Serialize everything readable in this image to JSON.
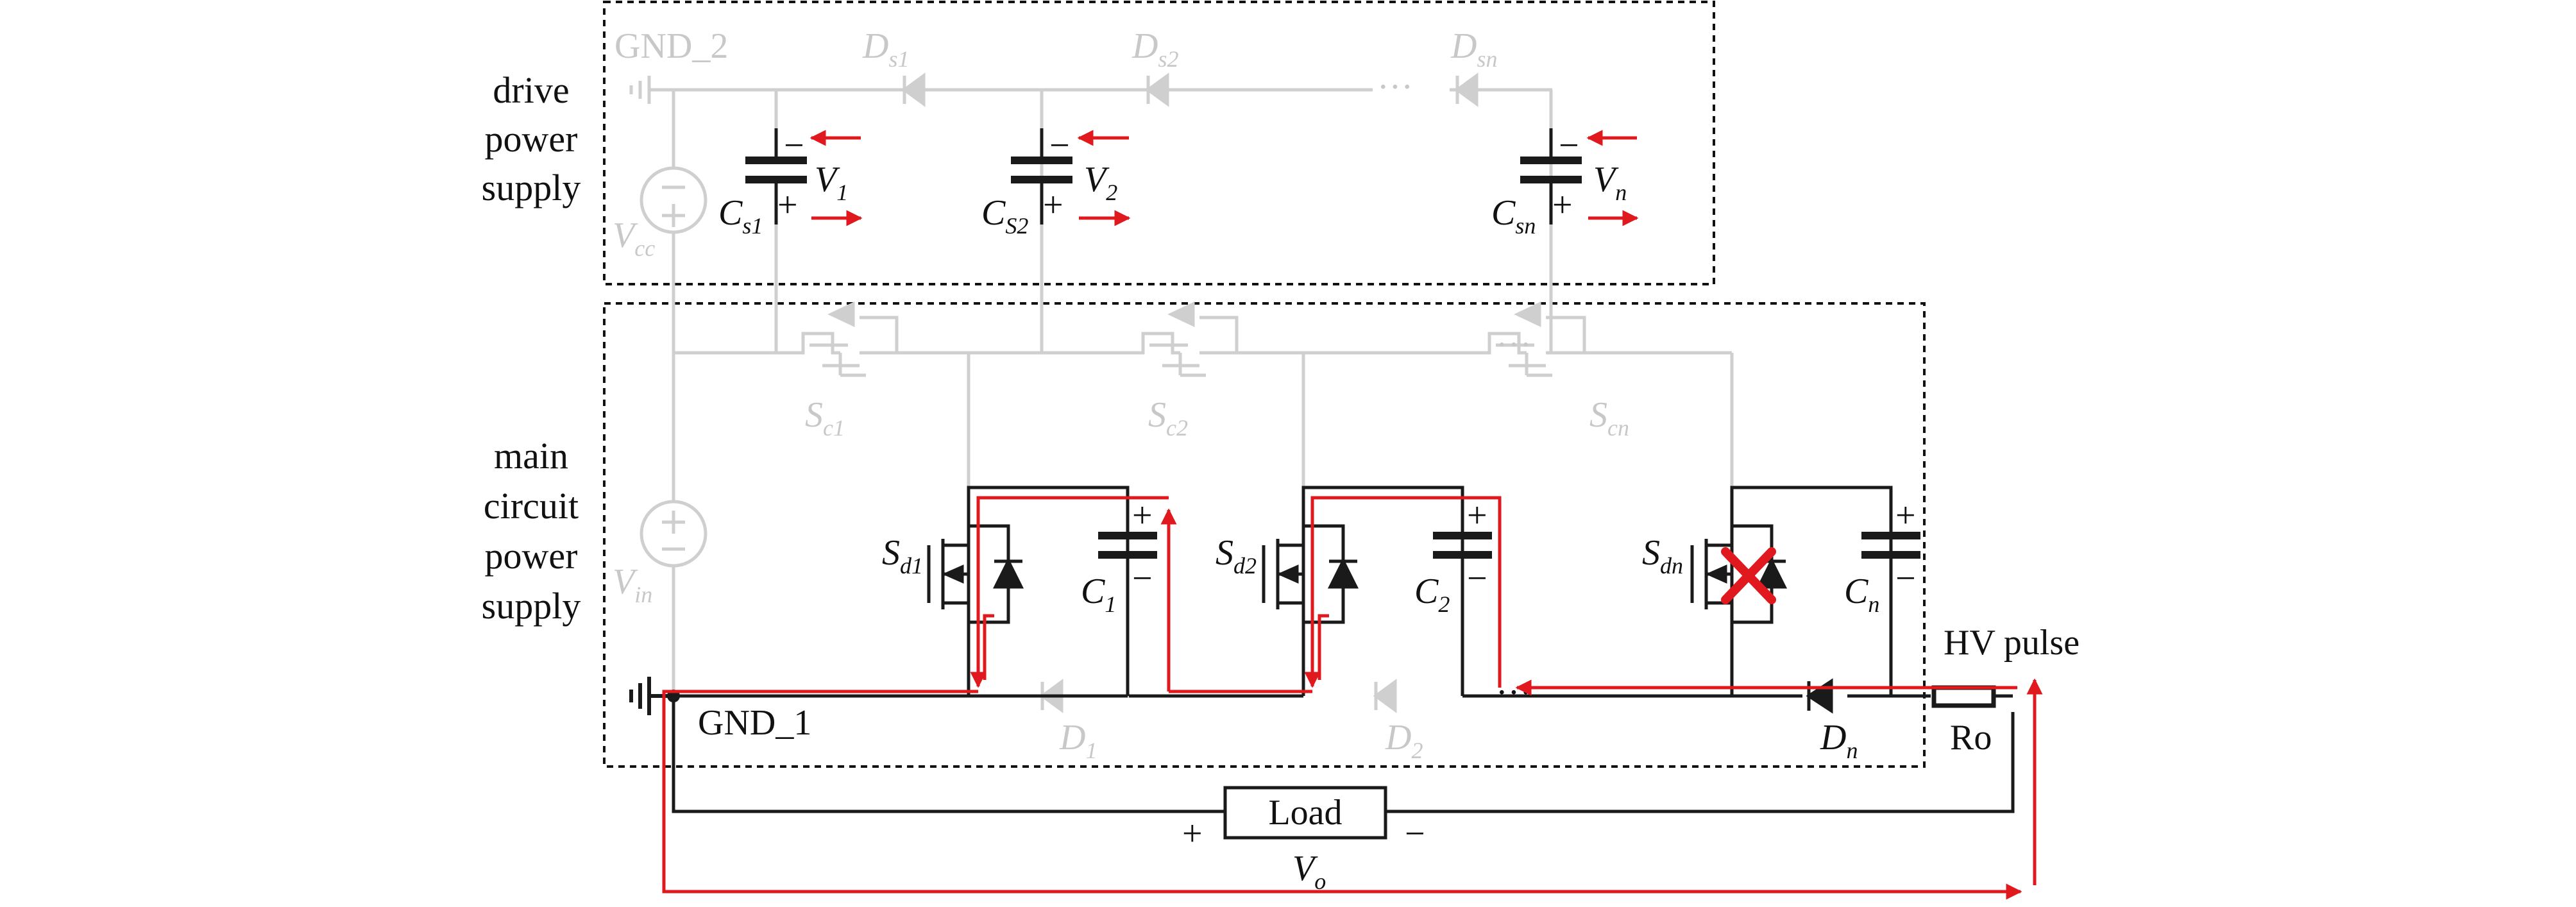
{
  "colors": {
    "active": "#1a1a1a",
    "inactive": "#cfcfcf",
    "current": "#e0191e",
    "border": "#111111"
  },
  "regions": {
    "drive": [
      "drive",
      "power",
      "supply"
    ],
    "main": [
      "main",
      "circuit",
      "power",
      "supply"
    ]
  },
  "labels": {
    "gnd2": "GND_2",
    "gnd1": "GND_1",
    "hv_pulse": "HV pulse",
    "load": "Load",
    "ro": "Ro",
    "plus": "+",
    "minus": "−",
    "ellipsis": "···"
  },
  "sym": {
    "D": "D",
    "V": "V",
    "C": "C",
    "S": "S",
    "ds1": "s1",
    "ds2": "s2",
    "dsn": "sn",
    "v1": "1",
    "v2": "2",
    "vn": "n",
    "cs1": "s1",
    "cs2": "S2",
    "csn": "sn",
    "vcc": "cc",
    "vin": "in",
    "vo": "o",
    "sc1": "c1",
    "sc2": "c2",
    "scn": "cn",
    "sd1": "d1",
    "sd2": "d2",
    "sdn": "dn",
    "c1": "1",
    "c2": "2",
    "cn": "n",
    "d1": "1",
    "d2": "2",
    "dn": "n"
  }
}
